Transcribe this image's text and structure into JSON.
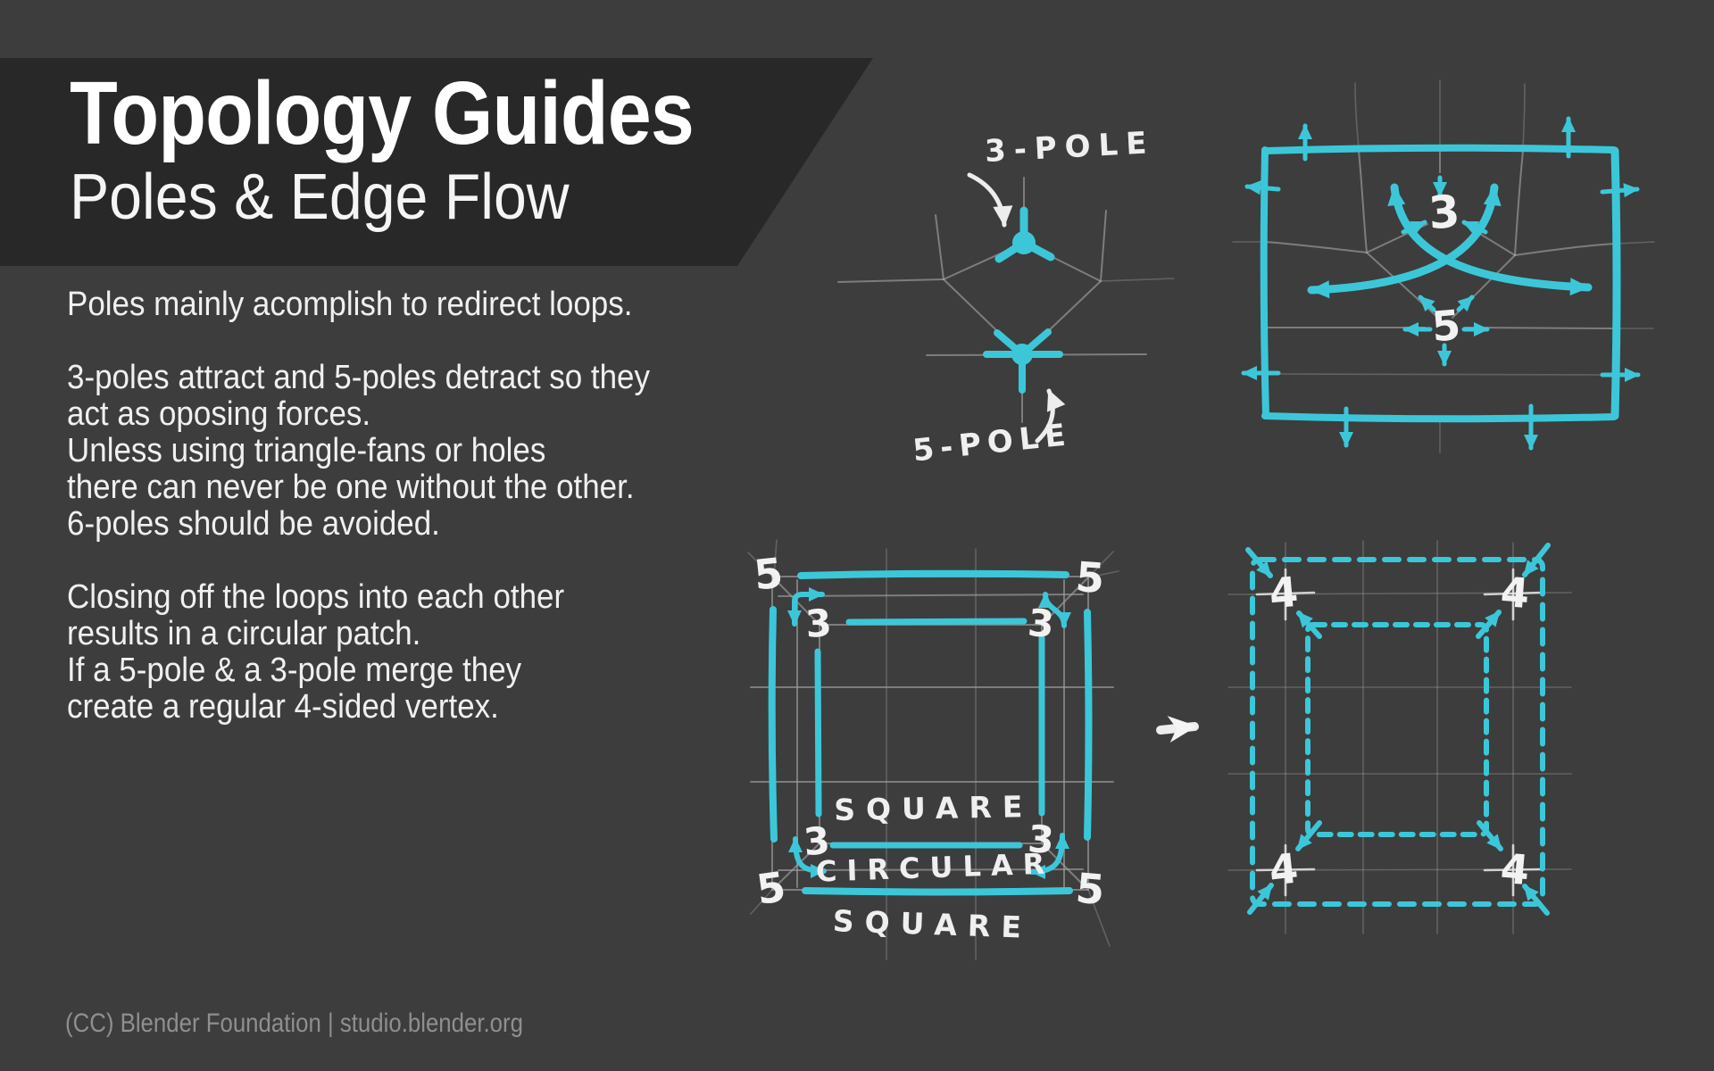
{
  "slide": {
    "title": "Topology Guides",
    "subtitle": "Poles & Edge Flow",
    "footer": "(CC) Blender Foundation | studio.blender.org"
  },
  "body": {
    "p1": [
      "Poles mainly acomplish to redirect loops."
    ],
    "p2": [
      "3-poles attract and 5-poles detract so they",
      "act as oposing forces.",
      "Unless using triangle-fans or holes",
      "there can never be one without the other.",
      "6-poles should be avoided."
    ],
    "p3": [
      "Closing off the loops into each other",
      "results in a circular patch.",
      "If a 5-pole & a 3-pole merge they",
      "create a regular 4-sided vertex."
    ]
  },
  "colors": {
    "background": "#3d3d3d",
    "banner": "#282828",
    "accent_cyan": "#3cc7d9",
    "wireframe_gray": "#a0a0a0",
    "chalk_white": "#f2f2f2",
    "footer_text": "#8f8f8f"
  },
  "diagrams": {
    "pole_types": {
      "label_3": "3-POLE",
      "label_5": "5-POLE"
    },
    "edge_flow": {
      "num_3": "3",
      "num_5": "5"
    },
    "circular_patch": {
      "num_5": "5",
      "num_3": "3",
      "label_inner": "SQUARE",
      "label_mid": "CIRCULAR",
      "label_outer": "SQUARE"
    },
    "merged_grid": {
      "num_4": "4"
    }
  }
}
